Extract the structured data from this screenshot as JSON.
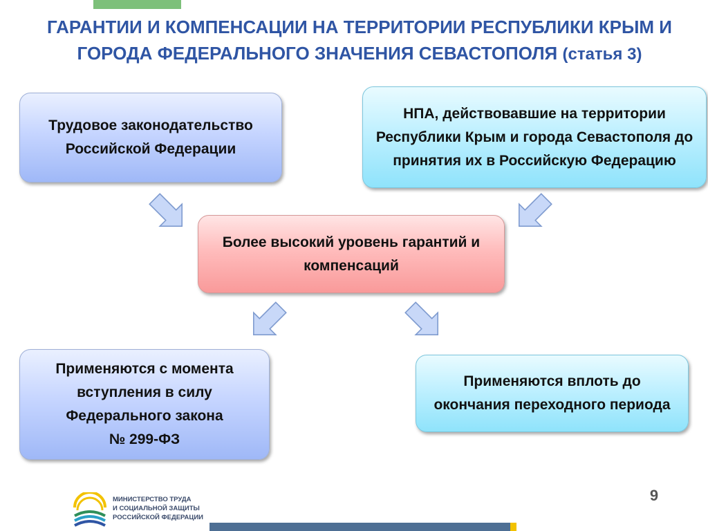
{
  "title": {
    "main": "ГАРАНТИИ И КОМПЕНСАЦИИ НА ТЕРРИТОРИИ РЕСПУБЛИКИ КРЫМ И ГОРОДА ФЕДЕРАЛЬНОГО ЗНАЧЕНИЯ СЕВАСТОПОЛЯ",
    "suffix": "(статья 3)"
  },
  "nodes": {
    "labor_law": "Трудовое законодательство Российской Федерации",
    "npa": "НПА, действовавшие на территории Республики Крым и города Севастополя до принятия их в Российскую Федерацию",
    "higher_level": "Более высокий уровень гарантий и компенсаций",
    "apply_from_line1": "Применяются с момента вступления в силу Федерального закона",
    "apply_from_line2": "№ 299-ФЗ",
    "apply_until": "Применяются вплоть до окончания переходного периода"
  },
  "footer": {
    "ministry_line1": "МИНИСТЕРСТВО ТРУДА",
    "ministry_line2": "И СОЦИАЛЬНОЙ ЗАЩИТЫ",
    "ministry_line3": "РОССИЙСКОЙ ФЕДЕРАЦИИ",
    "page_number": "9"
  },
  "colors": {
    "title": "#2f55a4",
    "box_blue": "#c6d5ff",
    "box_cyan": "#bff0ff",
    "box_pink": "#ffbcbc",
    "arrow": "#c8d8f8",
    "accent_green": "#7dc07a",
    "bottom_bar": "#4e6f94"
  }
}
